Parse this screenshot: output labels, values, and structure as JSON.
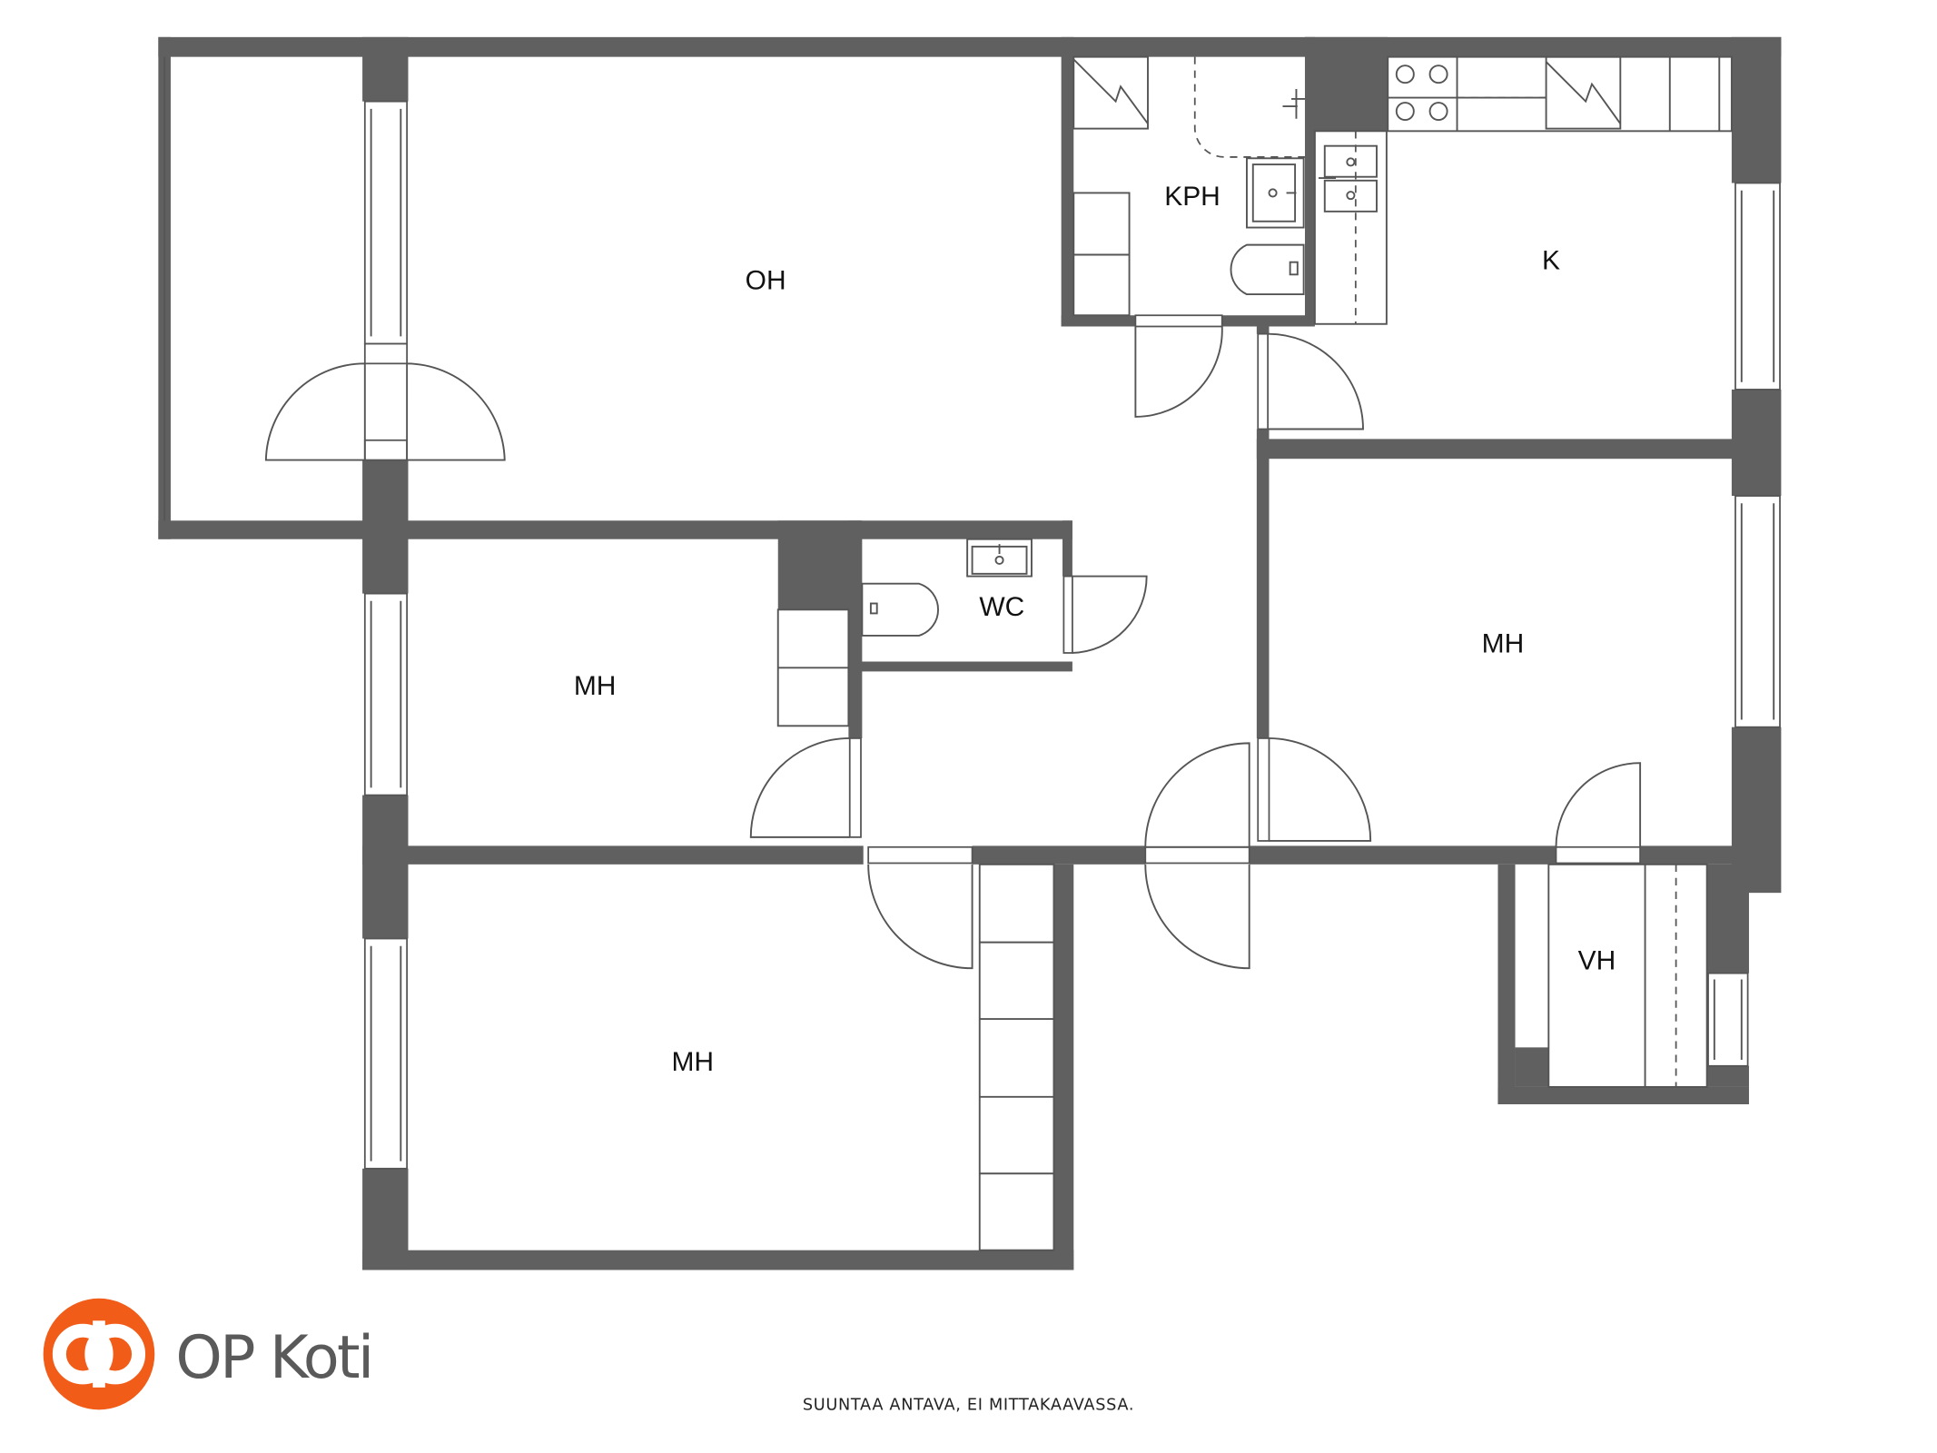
{
  "rooms": {
    "oh": "OH",
    "kph": "KPH",
    "k": "K",
    "wc": "WC",
    "mh_left": "MH",
    "mh_right": "MH",
    "mh_bottom": "MH",
    "vh": "VH"
  },
  "brand": {
    "name": "OP Koti",
    "logo_icon": "op-logo-icon",
    "color": "#f25c19"
  },
  "footer": {
    "note": "SUUNTAA ANTAVA, EI MITTAKAAVASSA."
  }
}
